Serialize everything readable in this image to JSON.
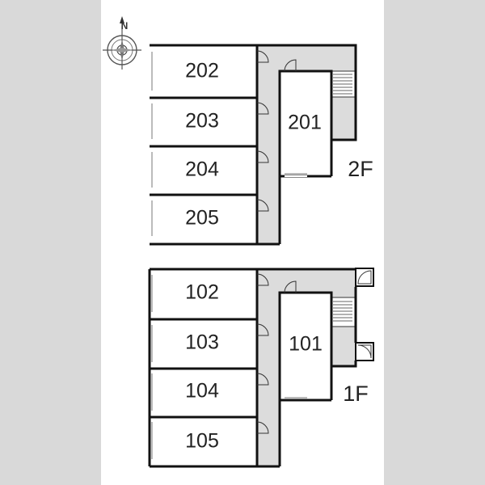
{
  "compass": {
    "north_label": "N",
    "icon": "compass-rose-icon"
  },
  "floors": [
    {
      "label": "2F",
      "units": [
        {
          "id": "202"
        },
        {
          "id": "203"
        },
        {
          "id": "204"
        },
        {
          "id": "205"
        },
        {
          "id": "201"
        }
      ]
    },
    {
      "label": "1F",
      "units": [
        {
          "id": "102"
        },
        {
          "id": "103"
        },
        {
          "id": "104"
        },
        {
          "id": "105"
        },
        {
          "id": "101"
        }
      ]
    }
  ],
  "colors": {
    "page_bg": "#d9d9d9",
    "paper": "#ffffff",
    "corridor": "#dcdcdc",
    "wall": "#111111"
  }
}
